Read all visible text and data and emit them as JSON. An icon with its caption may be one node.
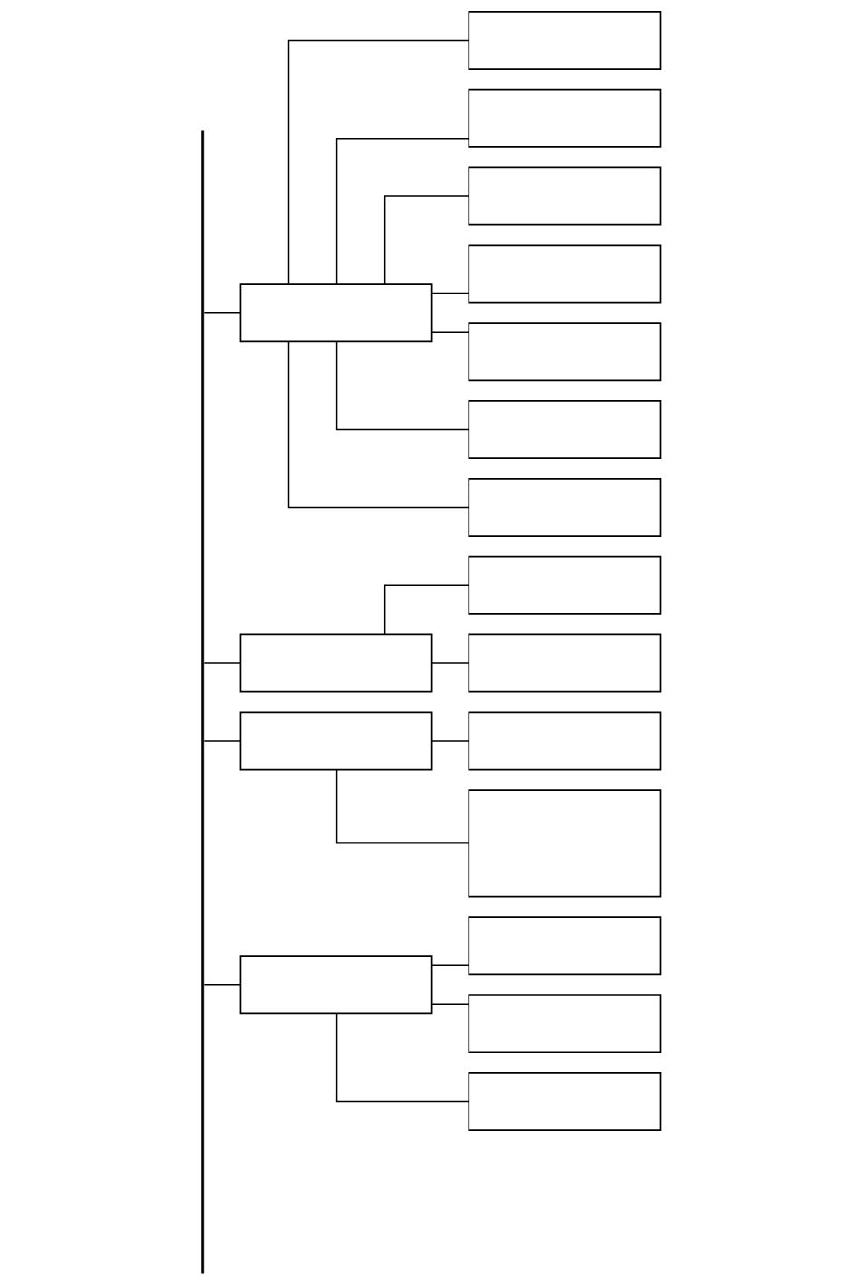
{
  "diagram": {
    "nodes": [
      {
        "text": [],
        "shape": "bar"
      },
      {
        "text": [],
        "shape": "box"
      },
      {
        "text": [],
        "shape": "box"
      },
      {
        "text": [],
        "shape": "box"
      },
      {
        "text": [],
        "shape": "box"
      },
      {
        "text": [],
        "shape": "box"
      },
      {
        "text": [],
        "shape": "box"
      },
      {
        "text": [],
        "shape": "box"
      },
      {
        "text": [],
        "shape": "box"
      },
      {
        "text": [],
        "shape": "box"
      },
      {
        "text": [],
        "shape": "box"
      },
      {
        "text": [],
        "shape": "box"
      },
      {
        "text": [],
        "shape": "box"
      },
      {
        "text": [],
        "shape": "box"
      },
      {
        "text": [],
        "shape": "box"
      },
      {
        "text": [],
        "shape": "box"
      },
      {
        "text": [],
        "shape": "box"
      },
      {
        "text": [],
        "shape": "box"
      },
      {
        "text": [],
        "shape": "box"
      }
    ],
    "edges": [
      {
        "from": 0,
        "to": 1,
        "arrow": "none"
      },
      {
        "from": 1,
        "to": 2,
        "arrow": "none"
      },
      {
        "from": 1,
        "to": 3,
        "arrow": "none"
      },
      {
        "from": 1,
        "to": 4,
        "arrow": "none"
      },
      {
        "from": 1,
        "to": 5,
        "arrow": "none"
      },
      {
        "from": 1,
        "to": 6,
        "arrow": "none"
      },
      {
        "from": 1,
        "to": 7,
        "arrow": "none"
      },
      {
        "from": 1,
        "to": 8,
        "arrow": "none"
      },
      {
        "from": 0,
        "to": 9,
        "arrow": "none"
      },
      {
        "from": 9,
        "to": 10,
        "arrow": "none"
      },
      {
        "from": 9,
        "to": 11,
        "arrow": "none"
      },
      {
        "from": 0,
        "to": 12,
        "arrow": "none"
      },
      {
        "from": 12,
        "to": 13,
        "arrow": "none"
      },
      {
        "from": 12,
        "to": 14,
        "arrow": "none"
      },
      {
        "from": 0,
        "to": 15,
        "arrow": "none"
      },
      {
        "from": 15,
        "to": 16,
        "arrow": "none"
      },
      {
        "from": 15,
        "to": 17,
        "arrow": "none"
      },
      {
        "from": 15,
        "to": 18,
        "arrow": "none"
      }
    ]
  }
}
